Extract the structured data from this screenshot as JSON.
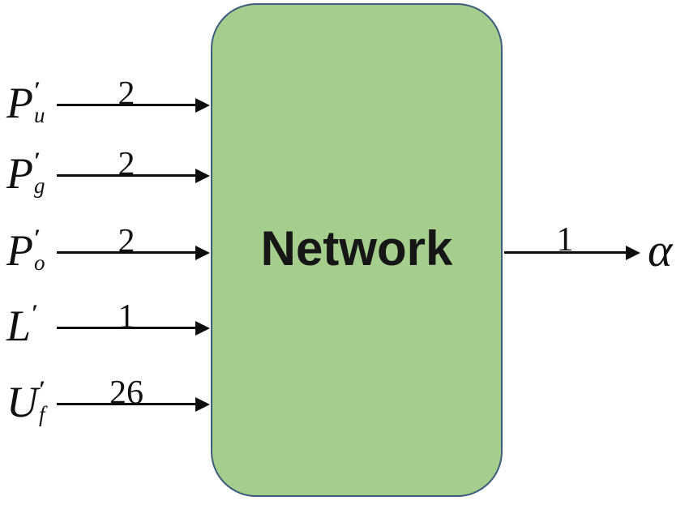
{
  "node": {
    "label": "Network",
    "fill_color": "#a5ce8c",
    "border_color": "#3e5c7e"
  },
  "inputs": [
    {
      "label_base": "P",
      "label_prime": "′",
      "label_subscript": "u",
      "dimension": "2"
    },
    {
      "label_base": "P",
      "label_prime": "′",
      "label_subscript": "g",
      "dimension": "2"
    },
    {
      "label_base": "P",
      "label_prime": "′",
      "label_subscript": "o",
      "dimension": "2"
    },
    {
      "label_base": "L",
      "label_prime": "′",
      "label_subscript": "",
      "dimension": "1"
    },
    {
      "label_base": "U",
      "label_prime": "′",
      "label_subscript": "f",
      "dimension": "26"
    }
  ],
  "output": {
    "dimension": "1",
    "label": "α"
  },
  "colors": {
    "arrow": "#0d0d0d",
    "text": "#111111"
  }
}
